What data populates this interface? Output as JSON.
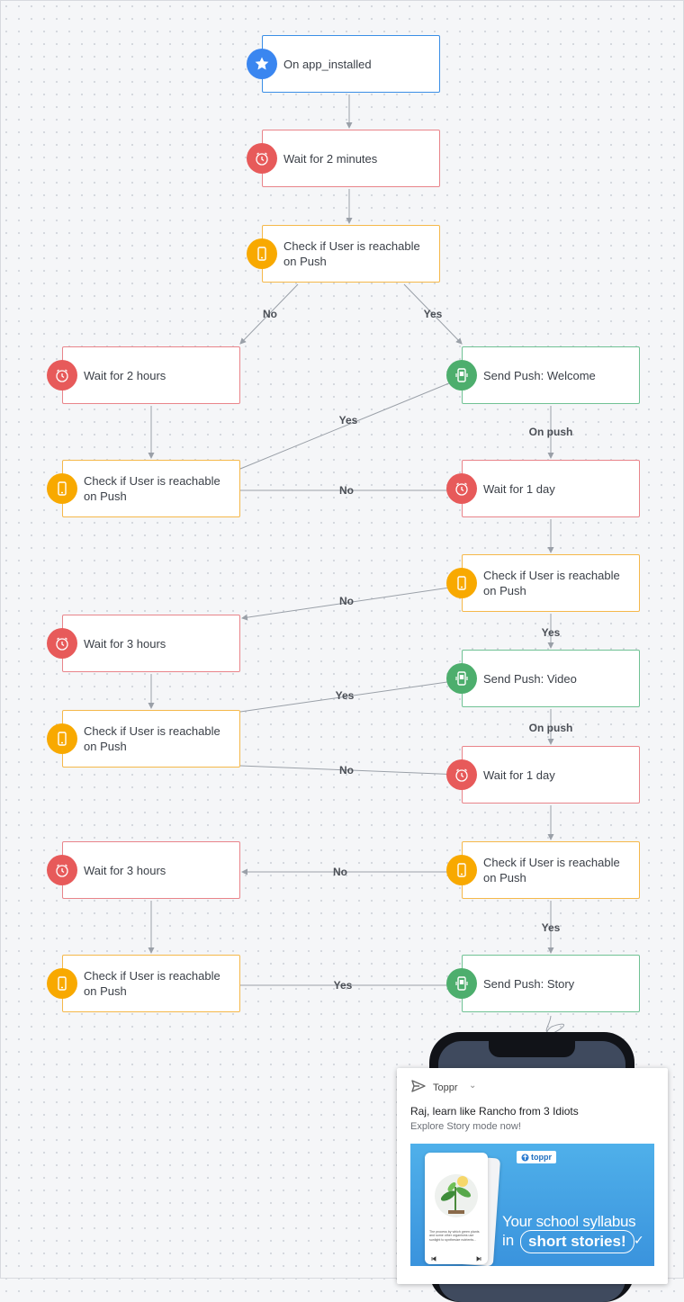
{
  "nodes": {
    "n1": {
      "label": "On app_installed",
      "type": "trigger",
      "icon": "star-icon"
    },
    "n2": {
      "label": "Wait for 2 minutes",
      "type": "wait",
      "icon": "clock-icon"
    },
    "n3": {
      "label": "Check if User is reachable on Push",
      "type": "condition",
      "icon": "phone-icon"
    },
    "n4": {
      "label": "Wait for 2 hours",
      "type": "wait",
      "icon": "clock-icon"
    },
    "n5": {
      "label": "Send Push: Welcome",
      "type": "action",
      "icon": "push-icon"
    },
    "n6": {
      "label": "Check if User is reachable on Push",
      "type": "condition",
      "icon": "phone-icon"
    },
    "n7": {
      "label": "Wait for 1 day",
      "type": "wait",
      "icon": "clock-icon"
    },
    "n8": {
      "label": "Check if User is reachable on Push",
      "type": "condition",
      "icon": "phone-icon"
    },
    "n9": {
      "label": "Wait for 3 hours",
      "type": "wait",
      "icon": "clock-icon"
    },
    "n10": {
      "label": "Send Push: Video",
      "type": "action",
      "icon": "push-icon"
    },
    "n11": {
      "label": "Check if User is reachable on Push",
      "type": "condition",
      "icon": "phone-icon"
    },
    "n12": {
      "label": "Wait for 1 day",
      "type": "wait",
      "icon": "clock-icon"
    },
    "n13": {
      "label": "Wait for 3 hours",
      "type": "wait",
      "icon": "clock-icon"
    },
    "n14": {
      "label": "Check if User is reachable on Push",
      "type": "condition",
      "icon": "phone-icon"
    },
    "n15": {
      "label": "Check if User is reachable on Push",
      "type": "condition",
      "icon": "phone-icon"
    },
    "n16": {
      "label": "Send Push: Story",
      "type": "action",
      "icon": "push-icon"
    }
  },
  "edges": [
    {
      "from": "n1",
      "to": "n2",
      "label": ""
    },
    {
      "from": "n2",
      "to": "n3",
      "label": ""
    },
    {
      "from": "n3",
      "to": "n4",
      "label": "No"
    },
    {
      "from": "n3",
      "to": "n5",
      "label": "Yes"
    },
    {
      "from": "n4",
      "to": "n6",
      "label": ""
    },
    {
      "from": "n6",
      "to": "n5",
      "label": "Yes"
    },
    {
      "from": "n6",
      "to": "n7",
      "label": "No"
    },
    {
      "from": "n5",
      "to": "n7",
      "label": "On push"
    },
    {
      "from": "n7",
      "to": "n8",
      "label": ""
    },
    {
      "from": "n8",
      "to": "n9",
      "label": "No"
    },
    {
      "from": "n8",
      "to": "n10",
      "label": "Yes"
    },
    {
      "from": "n9",
      "to": "n11",
      "label": ""
    },
    {
      "from": "n11",
      "to": "n10",
      "label": "Yes"
    },
    {
      "from": "n11",
      "to": "n12",
      "label": "No"
    },
    {
      "from": "n10",
      "to": "n12",
      "label": "On push"
    },
    {
      "from": "n12",
      "to": "n14",
      "label": ""
    },
    {
      "from": "n14",
      "to": "n13",
      "label": "No"
    },
    {
      "from": "n14",
      "to": "n16",
      "label": "Yes"
    },
    {
      "from": "n13",
      "to": "n15",
      "label": ""
    },
    {
      "from": "n15",
      "to": "n16",
      "label": "Yes"
    }
  ],
  "colors": {
    "trigger": "#3a86f0",
    "wait": "#e75a5a",
    "condition": "#f8a900",
    "action": "#4dae6d",
    "connector": "#9aa0a8"
  },
  "notification": {
    "app_name": "Toppr",
    "title": "Raj, learn like Rancho from 3 Idiots",
    "body": "Explore Story mode now!",
    "image": {
      "brand": "toppr",
      "line1": "Your school syllabus",
      "line2_prefix": "in",
      "line2_highlight": "short stories!",
      "card_text": "The process by which green plants and some other organisms use sunlight to synthesize nutrients..."
    }
  }
}
